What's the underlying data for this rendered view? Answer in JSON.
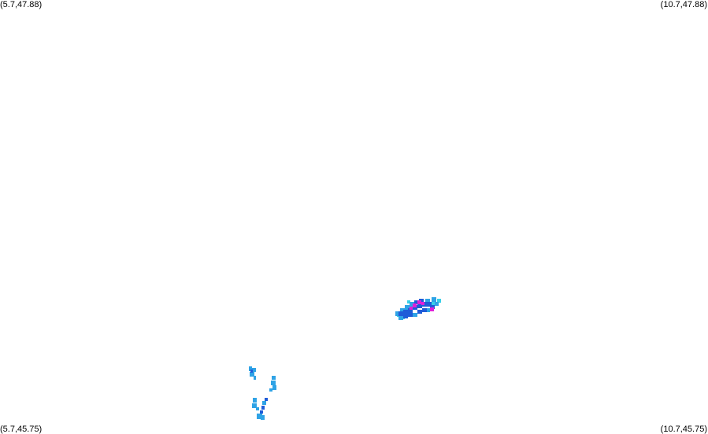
{
  "map": {
    "corners": {
      "top_left": "(5.7,47.88)",
      "top_right": "(10.7,47.88)",
      "bottom_left": "(5.7,45.75)",
      "bottom_right": "(10.7,45.75)"
    },
    "bounds": {
      "lon_min": 5.7,
      "lon_max": 10.7,
      "lat_min": 45.75,
      "lat_max": 47.88
    },
    "colors": {
      "background": "#ffffff",
      "marker_light": "#2fa3e6",
      "marker_dark": "#1f5bd8",
      "marker_cyan": "#38d0e8",
      "marker_magenta": "#e020d8"
    }
  }
}
